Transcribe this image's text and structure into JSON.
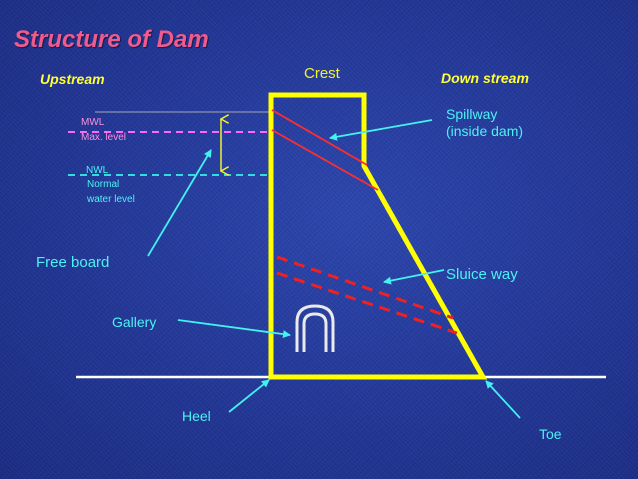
{
  "title": "Structure of Dam",
  "labels": {
    "upstream": "Upstream",
    "crest": "Crest",
    "downstream": "Down stream",
    "mwl": "MWL",
    "max_level": "Max. level",
    "nwl": "NWL",
    "normal": "Normal",
    "water_level": "water level",
    "spillway": "Spillway",
    "spillway_note": "(inside dam)",
    "free_board": "Free board",
    "sluice_way": "Sluice way",
    "gallery": "Gallery",
    "heel": "Heel",
    "toe": "Toe"
  },
  "colors": {
    "background": "#23389a",
    "title": "#f05a8c",
    "header_text": "#ffff33",
    "label_text": "#4cf2f2",
    "mwl_text": "#ff8fe0",
    "dam_outline": "#ffff00",
    "mwl_line": "#ff66ff",
    "nwl_line": "#33dddd",
    "spillway_line": "#ff2e2e",
    "sluice_line": "#ee2222",
    "arrow": "#44f0f0",
    "ground_line": "#ffffff"
  }
}
